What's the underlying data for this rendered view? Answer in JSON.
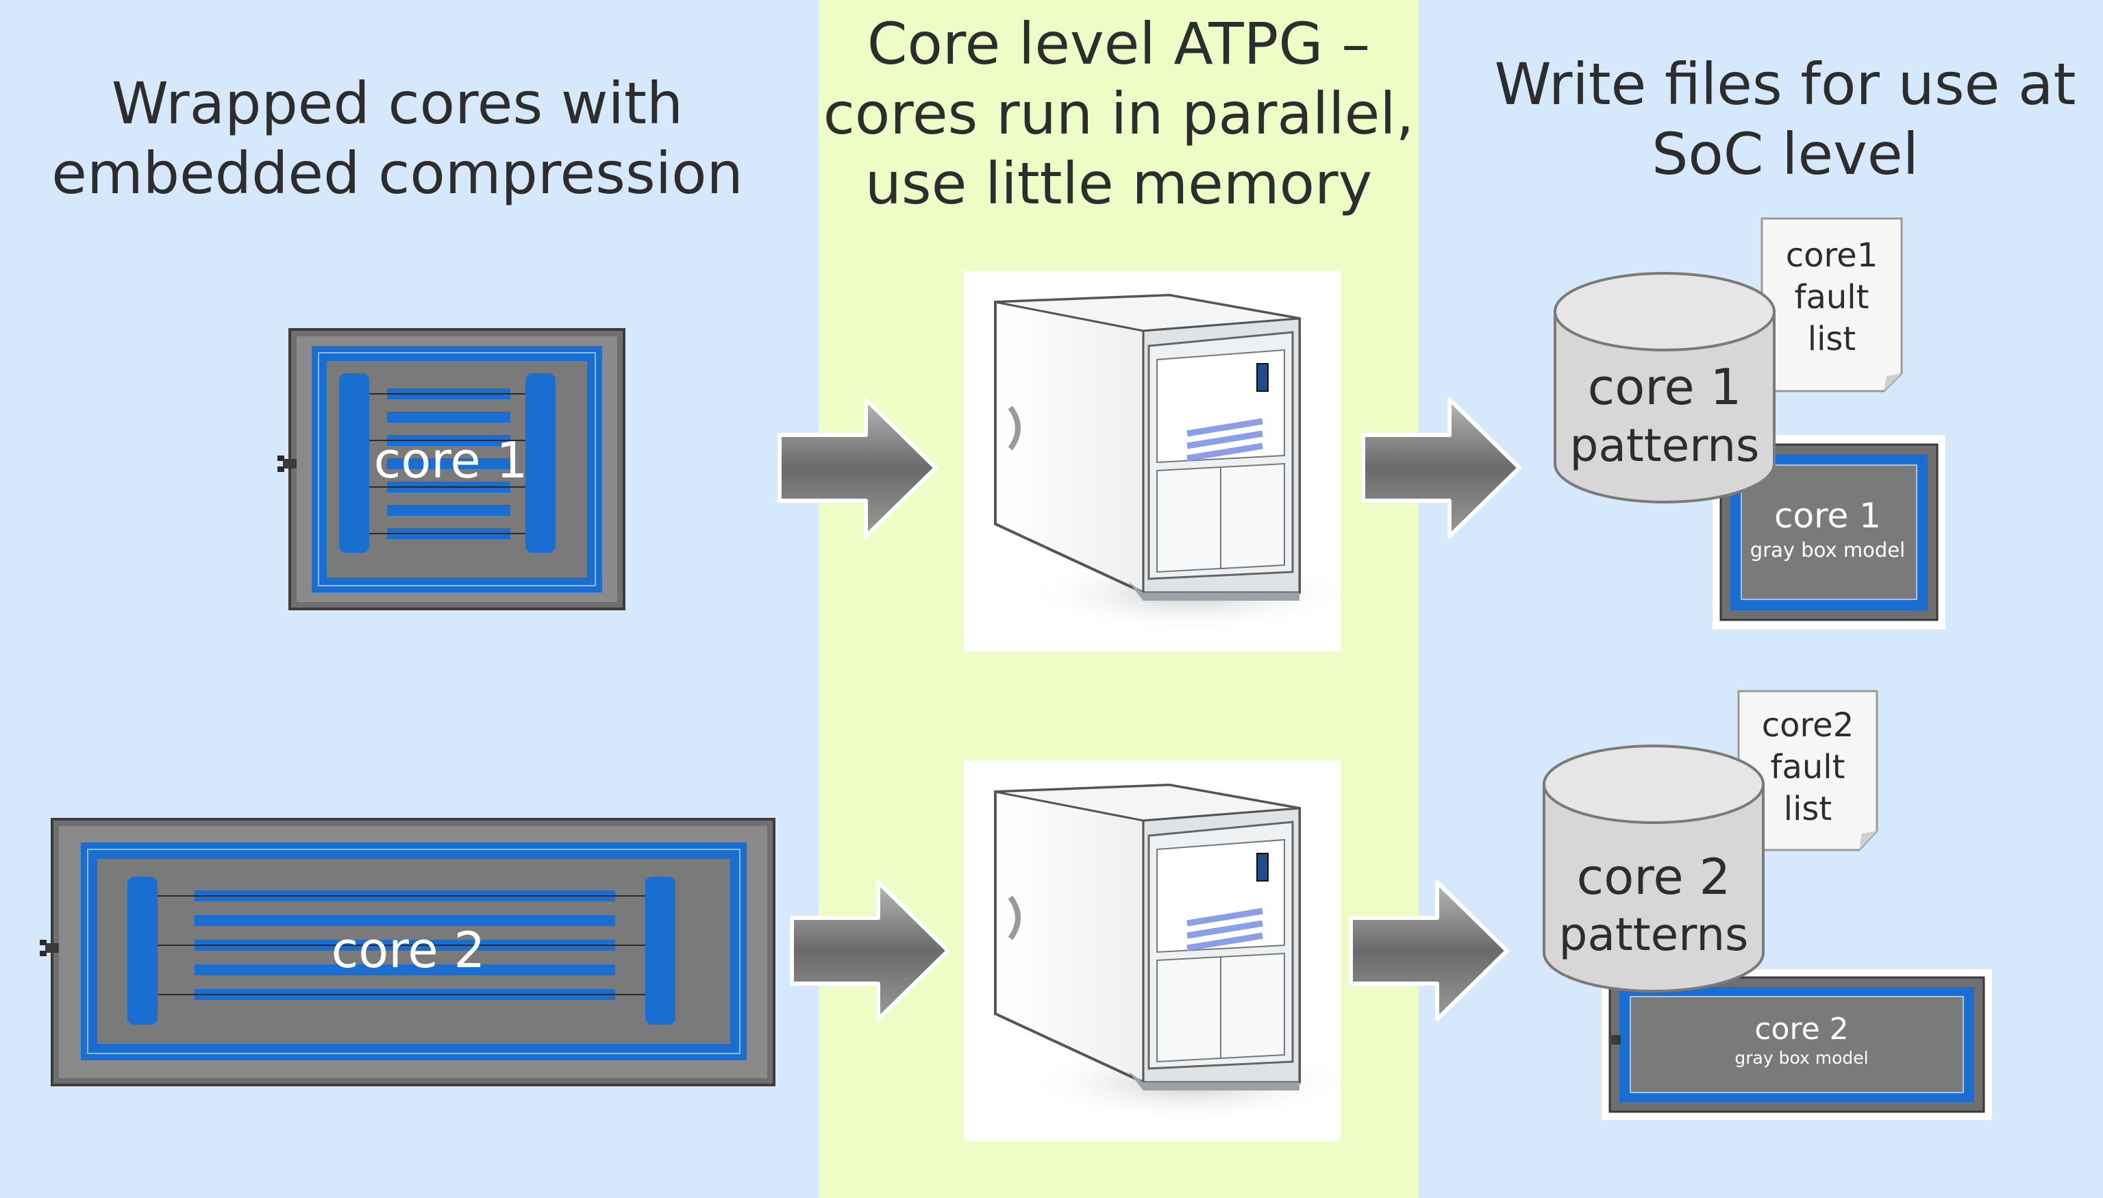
{
  "colors": {
    "left_panel": "#d6e8fb",
    "middle_panel": "#eefcc6",
    "right_panel": "#d6e8fb",
    "core_blue": "#1a6ed1",
    "core_gray": "#7a7a7a",
    "text_dark": "#2d2d2d"
  },
  "left": {
    "heading": [
      "Wrapped cores with",
      "embedded compression"
    ],
    "core1_label": "core 1",
    "core2_label": "core 2"
  },
  "middle": {
    "heading": [
      "Core level ATPG –",
      "cores run in parallel,",
      "use little memory"
    ],
    "icons": [
      "server-tower-icon",
      "server-tower-icon"
    ]
  },
  "right": {
    "heading": [
      "Write files for use at",
      "SoC level"
    ],
    "core1": {
      "fault_list": [
        "core1",
        "fault",
        "list"
      ],
      "patterns": [
        "core 1",
        "patterns"
      ],
      "graybox_title": "core 1",
      "graybox_sub": "gray box model"
    },
    "core2": {
      "fault_list": [
        "core2",
        "fault",
        "list"
      ],
      "patterns": [
        "core 2",
        "patterns"
      ],
      "graybox_title": "core 2",
      "graybox_sub": "gray box model"
    }
  }
}
